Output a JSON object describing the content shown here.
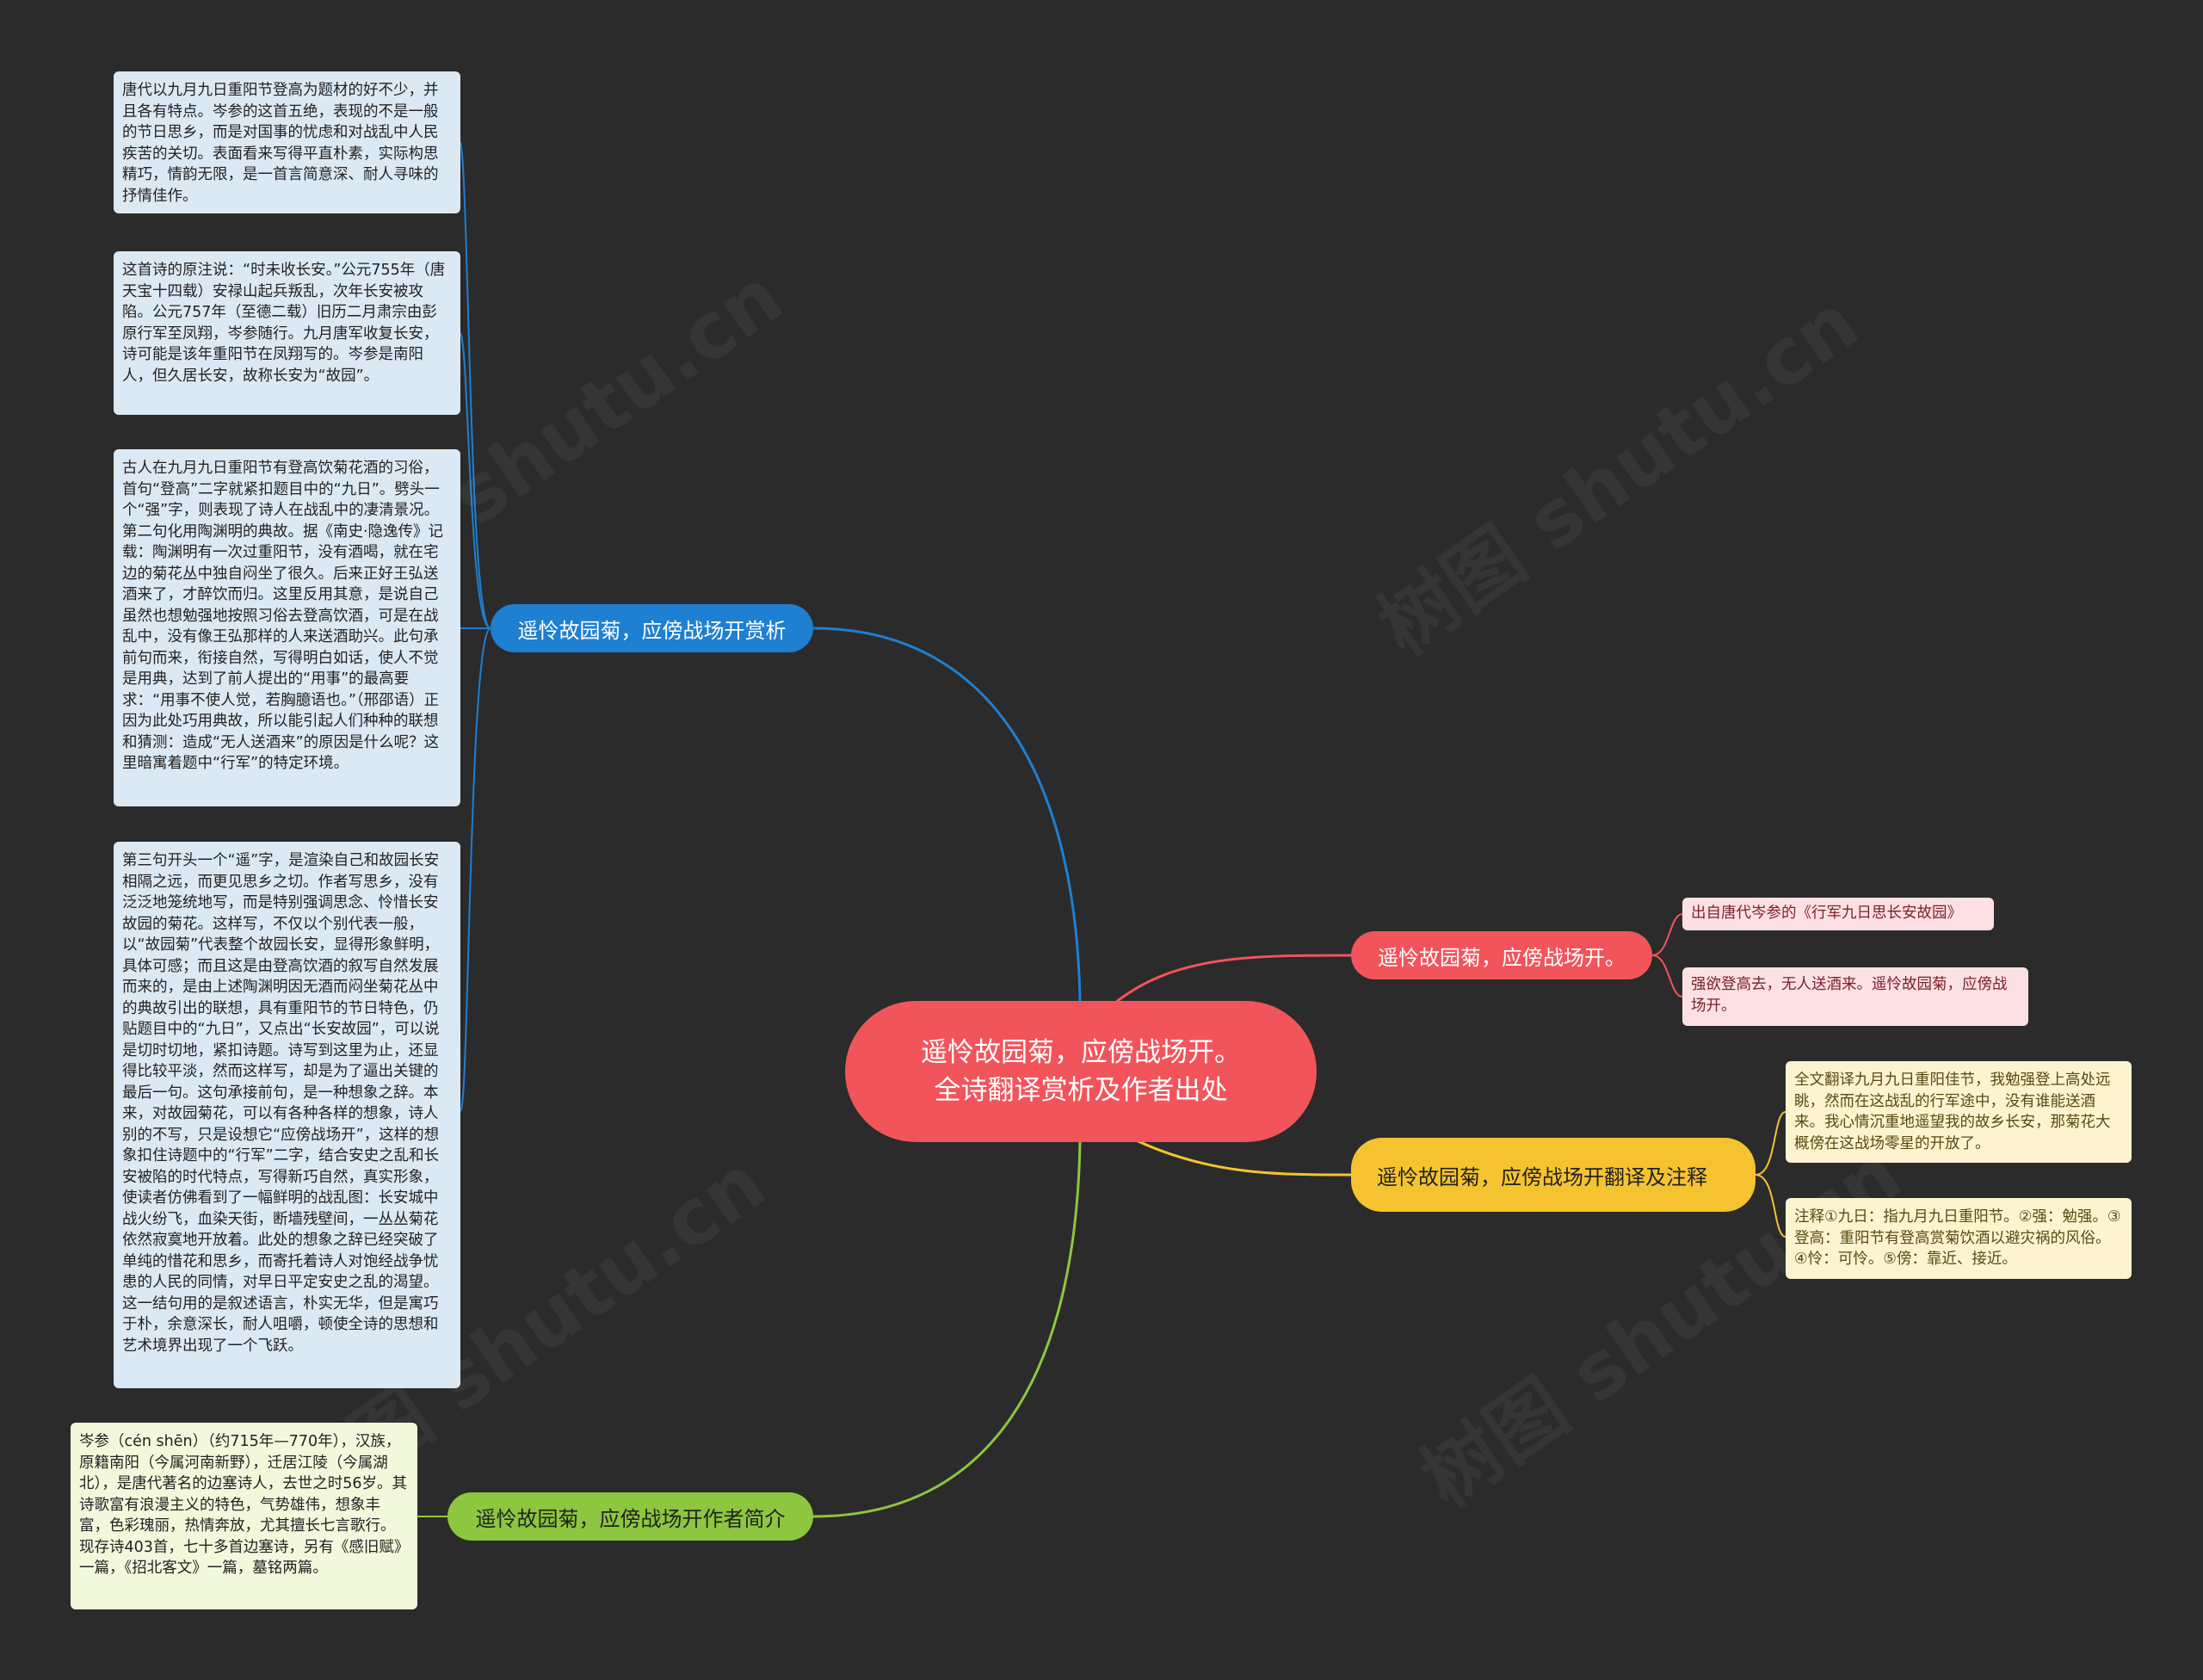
{
  "root": {
    "title": "遥怜故园菊，应傍战场开。全诗翻译赏析及作者出处"
  },
  "branches": {
    "analysis": {
      "label": "遥怜故园菊，应傍战场开赏析",
      "color": "#1f7fd1",
      "notes": [
        "唐代以九月九日重阳节登高为题材的好不少，并且各有特点。岑参的这首五绝，表现的不是一般的节日思乡，而是对国事的忧虑和对战乱中人民疾苦的关切。表面看来写得平直朴素，实际构思精巧，情韵无限，是一首言简意深、耐人寻味的抒情佳作。",
        "这首诗的原注说：“时未收长安。”公元755年（唐天宝十四载）安禄山起兵叛乱，次年长安被攻陷。公元757年（至德二载）旧历二月肃宗由彭原行军至凤翔，岑参随行。九月唐军收复长安，诗可能是该年重阳节在凤翔写的。岑参是南阳人，但久居长安，故称长安为“故园”。",
        "古人在九月九日重阳节有登高饮菊花酒的习俗，首句“登高”二字就紧扣题目中的“九日”。劈头一个“强”字，则表现了诗人在战乱中的凄清景况。第二句化用陶渊明的典故。据《南史·隐逸传》记载：陶渊明有一次过重阳节，没有酒喝，就在宅边的菊花丛中独自闷坐了很久。后来正好王弘送酒来了，才醉饮而归。这里反用其意，是说自己虽然也想勉强地按照习俗去登高饮酒，可是在战乱中，没有像王弘那样的人来送酒助兴。此句承前句而来，衔接自然，写得明白如话，使人不觉是用典，达到了前人提出的“用事”的最高要求：“用事不使人觉，若胸臆语也。”（邢邵语）正因为此处巧用典故，所以能引起人们种种的联想和猜测：造成“无人送酒来”的原因是什么呢？这里暗寓着题中“行军”的特定环境。",
        "第三句开头一个“遥”字，是渲染自己和故园长安相隔之远，而更见思乡之切。作者写思乡，没有泛泛地笼统地写，而是特别强调思念、怜惜长安故园的菊花。这样写，不仅以个别代表一般，以“故园菊”代表整个故园长安，显得形象鲜明，具体可感；而且这是由登高饮酒的叙写自然发展而来的，是由上述陶渊明因无酒而闷坐菊花丛中的典故引出的联想，具有重阳节的节日特色，仍贴题目中的“九日”，又点出“长安故园”，可以说是切时切地，紧扣诗题。诗写到这里为止，还显得比较平淡，然而这样写，却是为了逼出关键的最后一句。这句承接前句，是一种想象之辞。本来，对故园菊花，可以有各种各样的想象，诗人别的不写，只是设想它“应傍战场开”，这样的想象扣住诗题中的“行军”二字，结合安史之乱和长安被陷的时代特点，写得新巧自然，真实形象，使读者仿佛看到了一幅鲜明的战乱图：长安城中战火纷飞，血染天街，断墙残壁间，一丛丛菊花依然寂寞地开放着。此处的想象之辞已经突破了单纯的惜花和思乡，而寄托着诗人对饱经战争忧患的人民的同情，对早日平定安史之乱的渴望。这一结句用的是叙述语言，朴实无华，但是寓巧于朴，余意深长，耐人咀嚼，顿使全诗的思想和艺术境界出现了一个飞跃。"
      ]
    },
    "source": {
      "label": "遥怜故园菊，应傍战场开。",
      "color": "#f2545b",
      "notes": [
        "出自唐代岑参的《行军九日思长安故园》",
        "强欲登高去，无人送酒来。遥怜故园菊，应傍战场开。"
      ]
    },
    "translation": {
      "label": "遥怜故园菊，应傍战场开翻译及注释",
      "color": "#f5c330",
      "notes": [
        "全文翻译九月九日重阳佳节，我勉强登上高处远眺，然而在这战乱的行军途中，没有谁能送酒来。我心情沉重地遥望我的故乡长安，那菊花大概傍在这战场零星的开放了。",
        "注释①九日：指九月九日重阳节。②强：勉强。③登高：重阳节有登高赏菊饮酒以避灾祸的风俗。④怜：可怜。⑤傍：靠近、接近。"
      ]
    },
    "author": {
      "label": "遥怜故园菊，应傍战场开作者简介",
      "color": "#8dc63f",
      "notes": [
        "岑参（cén shēn）（约715年—770年），汉族，原籍南阳（今属河南新野），迁居江陵（今属湖北），是唐代著名的边塞诗人，去世之时56岁。其诗歌富有浪漫主义的特色，气势雄伟，想象丰富，色彩瑰丽，热情奔放，尤其擅长七言歌行。现存诗403首，七十多首边塞诗，另有《感旧赋》一篇，《招北客文》一篇，墓铭两篇。"
      ]
    }
  },
  "watermark": "树图 shutu.cn"
}
